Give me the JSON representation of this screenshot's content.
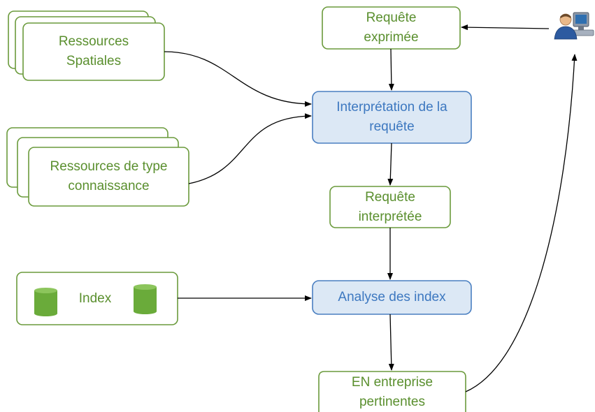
{
  "colors": {
    "green_border": "#6a9a3b",
    "green_text": "#5a8f2e",
    "blue_border": "#4a7fc1",
    "blue_fill": "#dce8f5",
    "blue_text": "#3d78c0",
    "cylinder": "#6aab3a",
    "arrow": "#000000"
  },
  "nodes": {
    "ressources_spatiales": "Ressources\nSpatiales",
    "ressources_connaissance": "Ressources de type\nconnaissance",
    "index_source": "Index",
    "requete_exprimee": "Requête\nexprimée",
    "interpretation": "Interprétation de la\nrequête",
    "requete_interpretee": "Requête\ninterprétée",
    "analyse_index": "Analyse des index",
    "en_entreprise": "EN entreprise\npertinentes"
  },
  "icons": {
    "user": "user-computer-icon",
    "database": "database-cylinder-icon"
  }
}
